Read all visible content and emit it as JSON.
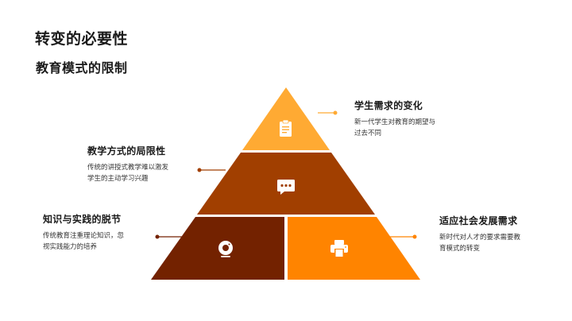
{
  "slide": {
    "title": "转变的必要性",
    "subtitle": "教育模式的限制"
  },
  "colors": {
    "tier_top": "#FFAA33",
    "tier_middle": "#A13F00",
    "tier_bottom_left": "#732200",
    "tier_bottom_right": "#FF8400",
    "separator": "#FFF1DC"
  },
  "pyramid": {
    "items": [
      {
        "position": "top",
        "icon": "clipboard-icon",
        "heading": "学生需求的变化",
        "description_line1": "新一代学生对教育的期望与",
        "description_line2": "过去不同"
      },
      {
        "position": "middle",
        "icon": "chat-bubble-icon",
        "heading": "教学方式的局限性",
        "description_line1": "传统的讲授式教学难以激发",
        "description_line2": "学生的主动学习兴趣"
      },
      {
        "position": "bottom-left",
        "icon": "webcam-icon",
        "heading": "知识与实践的脱节",
        "description_line1": "传统教育注重理论知识，忽",
        "description_line2": "视实践能力的培养"
      },
      {
        "position": "bottom-right",
        "icon": "printer-icon",
        "heading": "适应社会发展需求",
        "description_line1": "新时代对人才的要求需要教",
        "description_line2": "育模式的转变"
      }
    ]
  }
}
